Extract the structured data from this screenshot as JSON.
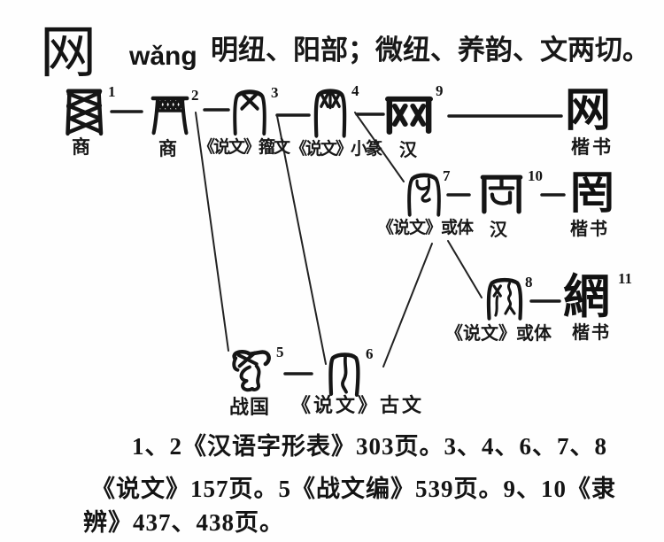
{
  "header": {
    "character": "网",
    "pinyin": "wǎng",
    "phonology": "明纽、阳部；微纽、养韵、文两切。"
  },
  "diagram": {
    "forms": [
      {
        "no": "1",
        "label": "商",
        "glyph": "oracle-net-shang-1"
      },
      {
        "no": "2",
        "label": "商",
        "glyph": "oracle-net-shang-2"
      },
      {
        "no": "3",
        "label": "《说文》籀文",
        "glyph": "shuowen-zhouwen"
      },
      {
        "no": "4",
        "label": "《说文》小篆",
        "glyph": "shuowen-xiaozhuan"
      },
      {
        "no": "9",
        "label": "汉",
        "glyph": "han-clerical-wang"
      },
      {
        "no": "",
        "label": "楷书",
        "char": "网"
      },
      {
        "no": "7",
        "label": "《说文》或体",
        "glyph": "shuowen-huoti-wang3"
      },
      {
        "no": "10",
        "label": "汉",
        "glyph": "han-clerical-wang3"
      },
      {
        "no": "",
        "label": "楷书",
        "char": "罔"
      },
      {
        "no": "8",
        "label": "《说文》或体",
        "glyph": "shuowen-huoti-wang4"
      },
      {
        "no": "11",
        "label": "楷书",
        "char": "網"
      },
      {
        "no": "5",
        "label": "战国",
        "glyph": "warring-states"
      },
      {
        "no": "6",
        "label": "《说文》古文",
        "glyph": "shuowen-guwen"
      }
    ]
  },
  "footnote": {
    "line1": "1、2《汉语字形表》303页。3、4、6、7、8",
    "line2": "《说文》157页。5《战文编》539页。9、10《隶",
    "line3": "辨》437、438页。"
  }
}
